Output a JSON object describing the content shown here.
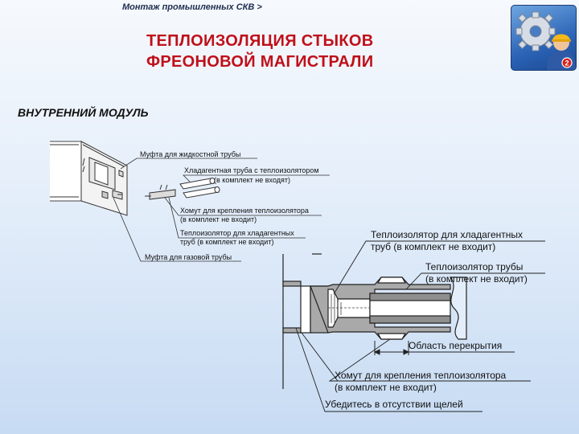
{
  "header": {
    "breadcrumb": "Монтаж промышленных СКВ >",
    "title_line1": "ТЕПЛОИЗОЛЯЦИЯ СТЫКОВ",
    "title_line2": "ФРЕОНОВОЙ МАГИСТРАЛИ"
  },
  "badge": {
    "number": "2"
  },
  "section_title": "ВНУТРЕННИЙ МОДУЛЬ",
  "top_diagram": {
    "labels": [
      "Муфта для жидкостной трубы",
      "Хладагентная труба с теплоизолятором",
      "(в комплект не входят)",
      "Хомут для крепления теплоизолятора",
      "(в комплект не входит)",
      "Теплоизолятор для хладагентных",
      "труб (в комплект не входит)",
      "Муфта для газовой трубы"
    ]
  },
  "bottom_diagram": {
    "labels": [
      "Теплоизолятор для хладагентных",
      "труб (в комплект не входит)",
      "Теплоизолятор трубы",
      "(в комплект не входит)",
      "Область перекрытия",
      "Хомут для крепления теплоизолятора",
      "(в комплект не входит)",
      "Убедитесь в отсутствии щелей"
    ]
  },
  "colors": {
    "title": "#c0101a",
    "insulation": "#a9a9a9",
    "line": "#222222"
  }
}
